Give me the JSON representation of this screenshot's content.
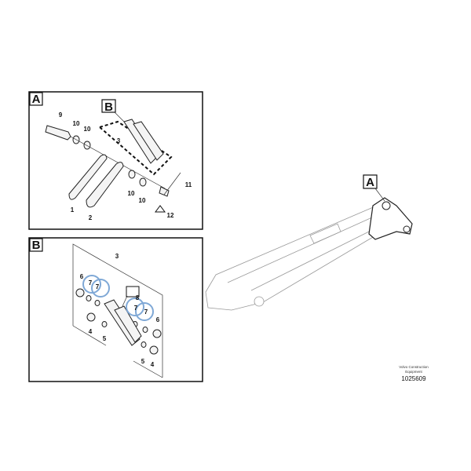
{
  "panel_a": {
    "label": "A",
    "subview_label": "B",
    "callouts": [
      "9",
      "10",
      "10",
      "3",
      "10",
      "10",
      "1",
      "2",
      "11",
      "12"
    ]
  },
  "panel_b": {
    "label": "B",
    "callouts": [
      "3",
      "6",
      "7",
      "7",
      "8",
      "7",
      "7",
      "6",
      "4",
      "5",
      "5",
      "4"
    ],
    "highlight_color": "#7fa8d6"
  },
  "overview": {
    "label": "A"
  },
  "footer": {
    "company": "Volvo Construction",
    "company2": "Equipment",
    "drawing_number": "1025609"
  }
}
